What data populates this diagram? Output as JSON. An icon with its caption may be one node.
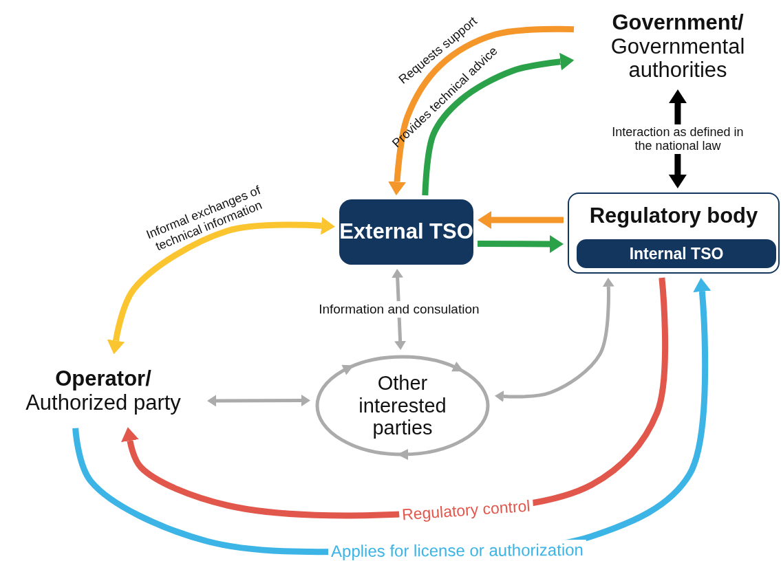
{
  "diagram": {
    "nodes": [
      {
        "text": [
          "Government/",
          "Governmental authorities"
        ]
      },
      {
        "text": [
          "External TSO"
        ]
      },
      {
        "text": [
          "Regulatory body"
        ]
      },
      {
        "text": [
          "Internal TSO"
        ],
        "in": 2
      },
      {
        "text": [
          "Operator/",
          "Authorized party"
        ]
      },
      {
        "text": [
          "Other interested parties"
        ]
      }
    ],
    "edges": [
      {
        "from": 0,
        "to": 1,
        "arrow": "to",
        "label": "Requests support",
        "color": "#f5962a"
      },
      {
        "from": 1,
        "to": 0,
        "arrow": "to",
        "label": "Provides technical advice",
        "color": "#2ba24a"
      },
      {
        "from": 2,
        "to": 0,
        "arrow": "both",
        "label": "Interaction as defined in the national law",
        "color": "#000000"
      },
      {
        "from": 2,
        "to": 1,
        "arrow": "to",
        "color": "#f5962a"
      },
      {
        "from": 1,
        "to": 2,
        "arrow": "to",
        "color": "#2ba24a"
      },
      {
        "from": 1,
        "to": 4,
        "arrow": "both",
        "label": "Informal exchanges of technical information",
        "color": "#fbc530"
      },
      {
        "from": 1,
        "to": 5,
        "arrow": "both",
        "label": "Information and consulation"
      },
      {
        "from": 4,
        "to": 5,
        "arrow": "both"
      },
      {
        "from": 2,
        "to": 5,
        "arrow": "both"
      },
      {
        "from": 2,
        "to": 4,
        "arrow": "to",
        "label": "Regulatory control",
        "color": "#e2574c"
      },
      {
        "from": 4,
        "to": 2,
        "arrow": "to",
        "label": "Applies for license or authorization",
        "color": "#3cb4e6"
      }
    ]
  }
}
